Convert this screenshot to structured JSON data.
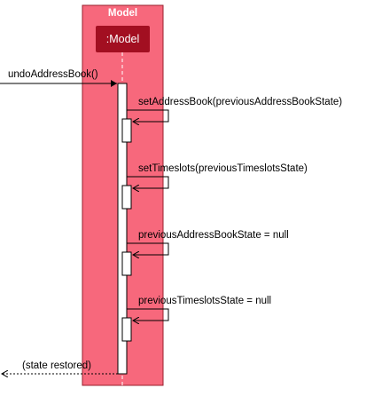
{
  "frame": {
    "title": "Model"
  },
  "participant": {
    "label": ":Model"
  },
  "messages": [
    {
      "label": "undoAddressBook()"
    },
    {
      "label": "setAddressBook(previousAddressBookState)"
    },
    {
      "label": "setTimeslots(previousTimeslotsState)"
    },
    {
      "label": "previousAddressBookState = null"
    },
    {
      "label": "previousTimeslotsState = null"
    }
  ],
  "return_message": {
    "label": "(state restored)"
  },
  "colors": {
    "frame_fill": "#f7687c",
    "frame_border": "#9a1f2d",
    "participant_fill": "#a20f21",
    "activation_fill": "#ffffff",
    "line": "#000000"
  }
}
